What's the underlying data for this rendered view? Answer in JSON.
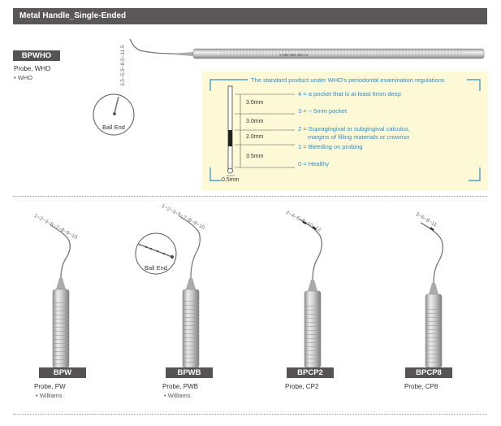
{
  "header": {
    "title": "Metal Handle_Single-Ended"
  },
  "who": {
    "code": "BPWHO",
    "name": "Probe, WHO",
    "sub": "• WHO",
    "scale": "3.5~5.5~8.5~11.5",
    "handle_print": "3.5■5.5■8.5■11.5",
    "ball_label": "Ball End",
    "panel": {
      "title": "The standard product under WHO's periodontal examination regulations",
      "mm": [
        "3.0mm",
        "3.0mm",
        "2.0mm",
        "3.5mm",
        "0.5mm"
      ],
      "legend": [
        "4 = a pocket that is at least 6mm deep",
        "3 = ~ 5mm pocket",
        "2 = Supragingival or subgingival calculus,",
        "margins of filling materials or crownsn",
        "1 = Bleeding on probing",
        "0 = Healthy"
      ]
    }
  },
  "instruments": [
    {
      "code": "BPW",
      "name": "Probe, PW",
      "sub": "• Williams",
      "scale": "1~2~3~5~7~8~9~10"
    },
    {
      "code": "BPWB",
      "name": "Probe, PWB",
      "sub": "• Williams",
      "scale": "1~2~3~5~7~8~9~10",
      "ball_label": "Ball End"
    },
    {
      "code": "BPCP2",
      "name": "Probe, CP2",
      "scale": "2~4~6~8~10~12"
    },
    {
      "code": "BPCP8",
      "name": "Probe, CP8",
      "scale": "3~6~8~11"
    }
  ],
  "colors": {
    "header": "#595757",
    "label_bg": "#555354",
    "accent": "#2f8ec9",
    "panel_bg": "#fdf9d6"
  }
}
